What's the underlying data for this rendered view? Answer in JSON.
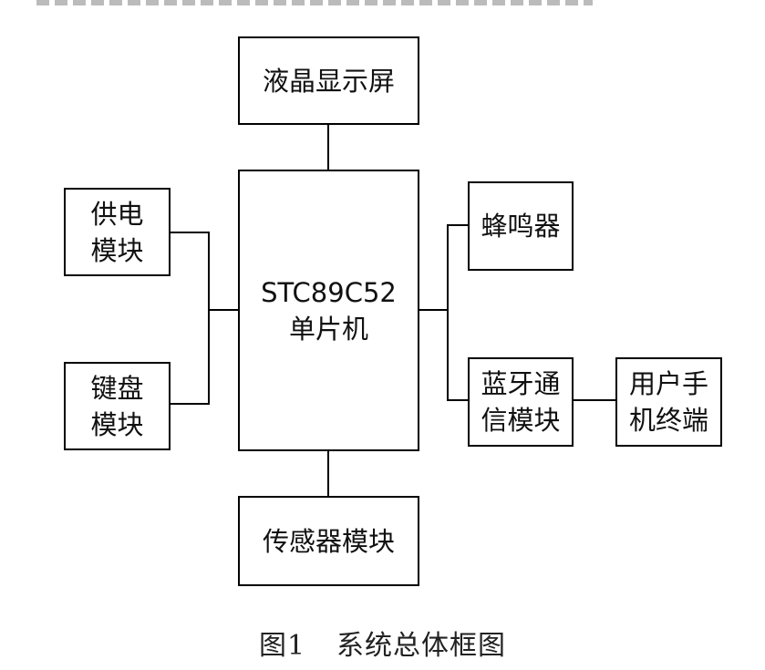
{
  "diagram": {
    "mcu": {
      "line1": "STC89C52",
      "line2": "单片机"
    },
    "lcd": "液晶显示屏",
    "power": {
      "line1": "供电",
      "line2": "模块"
    },
    "keyboard": {
      "line1": "键盘",
      "line2": "模块"
    },
    "buzzer": "蜂鸣器",
    "bluetooth": {
      "line1": "蓝牙通",
      "line2": "信模块"
    },
    "user_phone": {
      "line1": "用户手",
      "line2": "机终端"
    },
    "sensor": "传感器模块"
  },
  "caption": {
    "number": "图1",
    "title": "系统总体框图"
  }
}
